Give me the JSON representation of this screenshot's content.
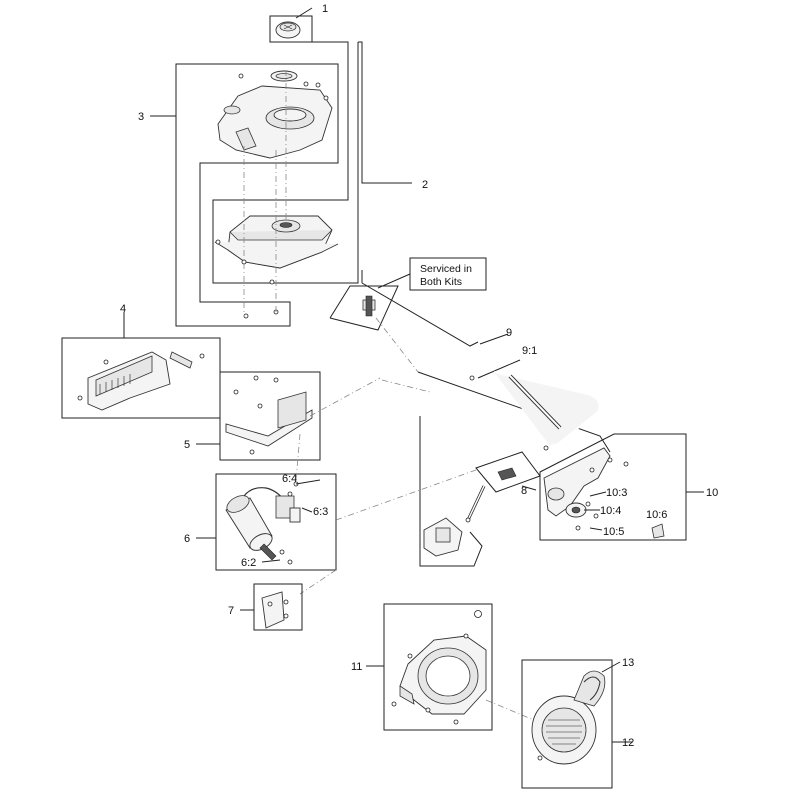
{
  "callouts": {
    "c1": "1",
    "c2": "2",
    "c3": "3",
    "c4": "4",
    "c5": "5",
    "c6": "6",
    "c6_2": "6:2",
    "c6_3": "6:3",
    "c6_4": "6:4",
    "c7": "7",
    "c8": "8",
    "c9": "9",
    "c9_1": "9:1",
    "c10": "10",
    "c10_3": "10:3",
    "c10_4": "10:4",
    "c10_5": "10:5",
    "c10_6": "10:6",
    "c11": "11",
    "c12": "12",
    "c13": "13"
  },
  "note": {
    "line1": "Serviced in",
    "line2": "Both Kits"
  },
  "colors": {
    "line": "#222222",
    "part_fill": "#f4f4f4",
    "dash": "#888888"
  }
}
